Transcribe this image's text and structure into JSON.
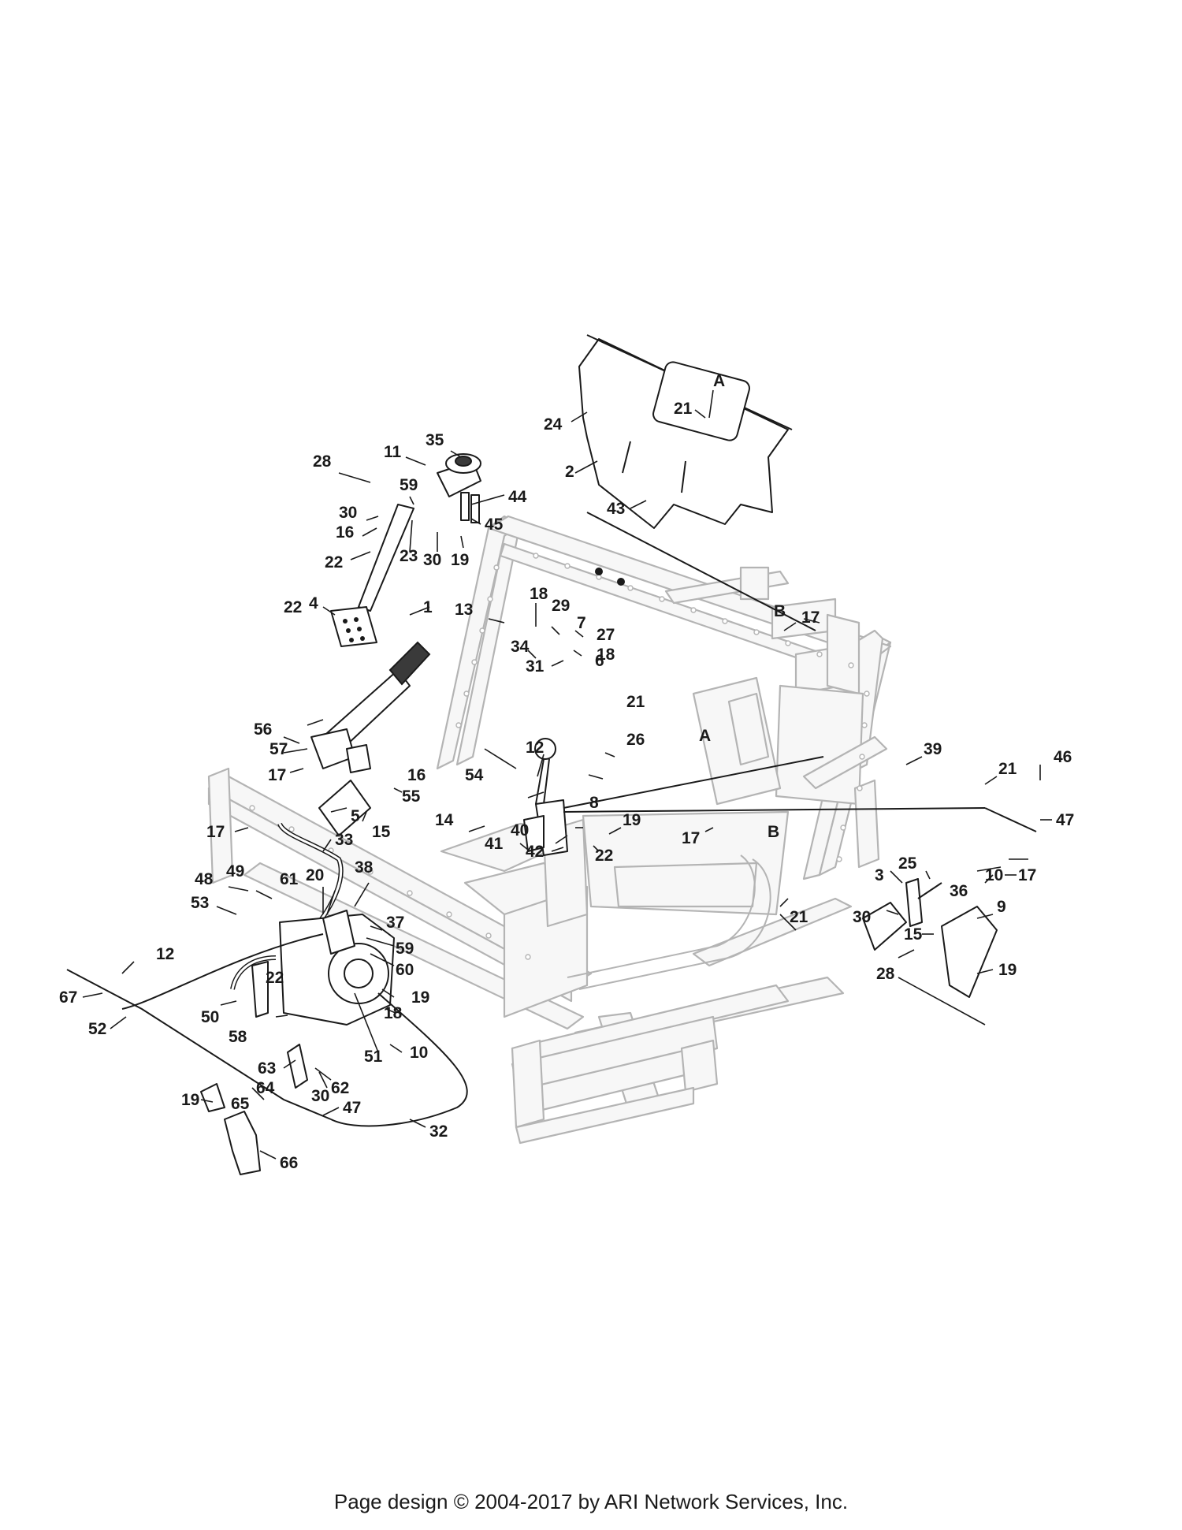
{
  "footer": {
    "text": "Page design © 2004-2017 by ARI Network Services, Inc."
  },
  "labels": [
    {
      "id": "A",
      "text": "A"
    },
    {
      "id": "B",
      "text": "B"
    },
    {
      "id": "21",
      "text": "21"
    },
    {
      "id": "24",
      "text": "24"
    },
    {
      "id": "2",
      "text": "2"
    },
    {
      "id": "43",
      "text": "43"
    },
    {
      "id": "35",
      "text": "35"
    },
    {
      "id": "11",
      "text": "11"
    },
    {
      "id": "28",
      "text": "28"
    },
    {
      "id": "59",
      "text": "59"
    },
    {
      "id": "44",
      "text": "44"
    },
    {
      "id": "45",
      "text": "45"
    },
    {
      "id": "30",
      "text": "30"
    },
    {
      "id": "16",
      "text": "16"
    },
    {
      "id": "22",
      "text": "22"
    },
    {
      "id": "23",
      "text": "23"
    },
    {
      "id": "19",
      "text": "19"
    },
    {
      "id": "4",
      "text": "4"
    },
    {
      "id": "18",
      "text": "18"
    },
    {
      "id": "29",
      "text": "29"
    },
    {
      "id": "13",
      "text": "13"
    },
    {
      "id": "7",
      "text": "7"
    },
    {
      "id": "27",
      "text": "27"
    },
    {
      "id": "34",
      "text": "34"
    },
    {
      "id": "31",
      "text": "31"
    },
    {
      "id": "17",
      "text": "17"
    },
    {
      "id": "1",
      "text": "1"
    },
    {
      "id": "6",
      "text": "6"
    },
    {
      "id": "56",
      "text": "56"
    },
    {
      "id": "57",
      "text": "57"
    },
    {
      "id": "12",
      "text": "12"
    },
    {
      "id": "26",
      "text": "26"
    },
    {
      "id": "54",
      "text": "54"
    },
    {
      "id": "55",
      "text": "55"
    },
    {
      "id": "5",
      "text": "5"
    },
    {
      "id": "8",
      "text": "8"
    },
    {
      "id": "15",
      "text": "15"
    },
    {
      "id": "14",
      "text": "14"
    },
    {
      "id": "41",
      "text": "41"
    },
    {
      "id": "40",
      "text": "40"
    },
    {
      "id": "42",
      "text": "42"
    },
    {
      "id": "39",
      "text": "39"
    },
    {
      "id": "46",
      "text": "46"
    },
    {
      "id": "47",
      "text": "47"
    },
    {
      "id": "33",
      "text": "33"
    },
    {
      "id": "10",
      "text": "10"
    },
    {
      "id": "25",
      "text": "25"
    },
    {
      "id": "3",
      "text": "3"
    },
    {
      "id": "36",
      "text": "36"
    },
    {
      "id": "48",
      "text": "48"
    },
    {
      "id": "49",
      "text": "49"
    },
    {
      "id": "61",
      "text": "61"
    },
    {
      "id": "20",
      "text": "20"
    },
    {
      "id": "38",
      "text": "38"
    },
    {
      "id": "53",
      "text": "53"
    },
    {
      "id": "37",
      "text": "37"
    },
    {
      "id": "9",
      "text": "9"
    },
    {
      "id": "60",
      "text": "60"
    },
    {
      "id": "67",
      "text": "67"
    },
    {
      "id": "50",
      "text": "50"
    },
    {
      "id": "52",
      "text": "52"
    },
    {
      "id": "58",
      "text": "58"
    },
    {
      "id": "51",
      "text": "51"
    },
    {
      "id": "63",
      "text": "63"
    },
    {
      "id": "62",
      "text": "62"
    },
    {
      "id": "64",
      "text": "64"
    },
    {
      "id": "65",
      "text": "65"
    },
    {
      "id": "32",
      "text": "32"
    },
    {
      "id": "66",
      "text": "66"
    }
  ]
}
